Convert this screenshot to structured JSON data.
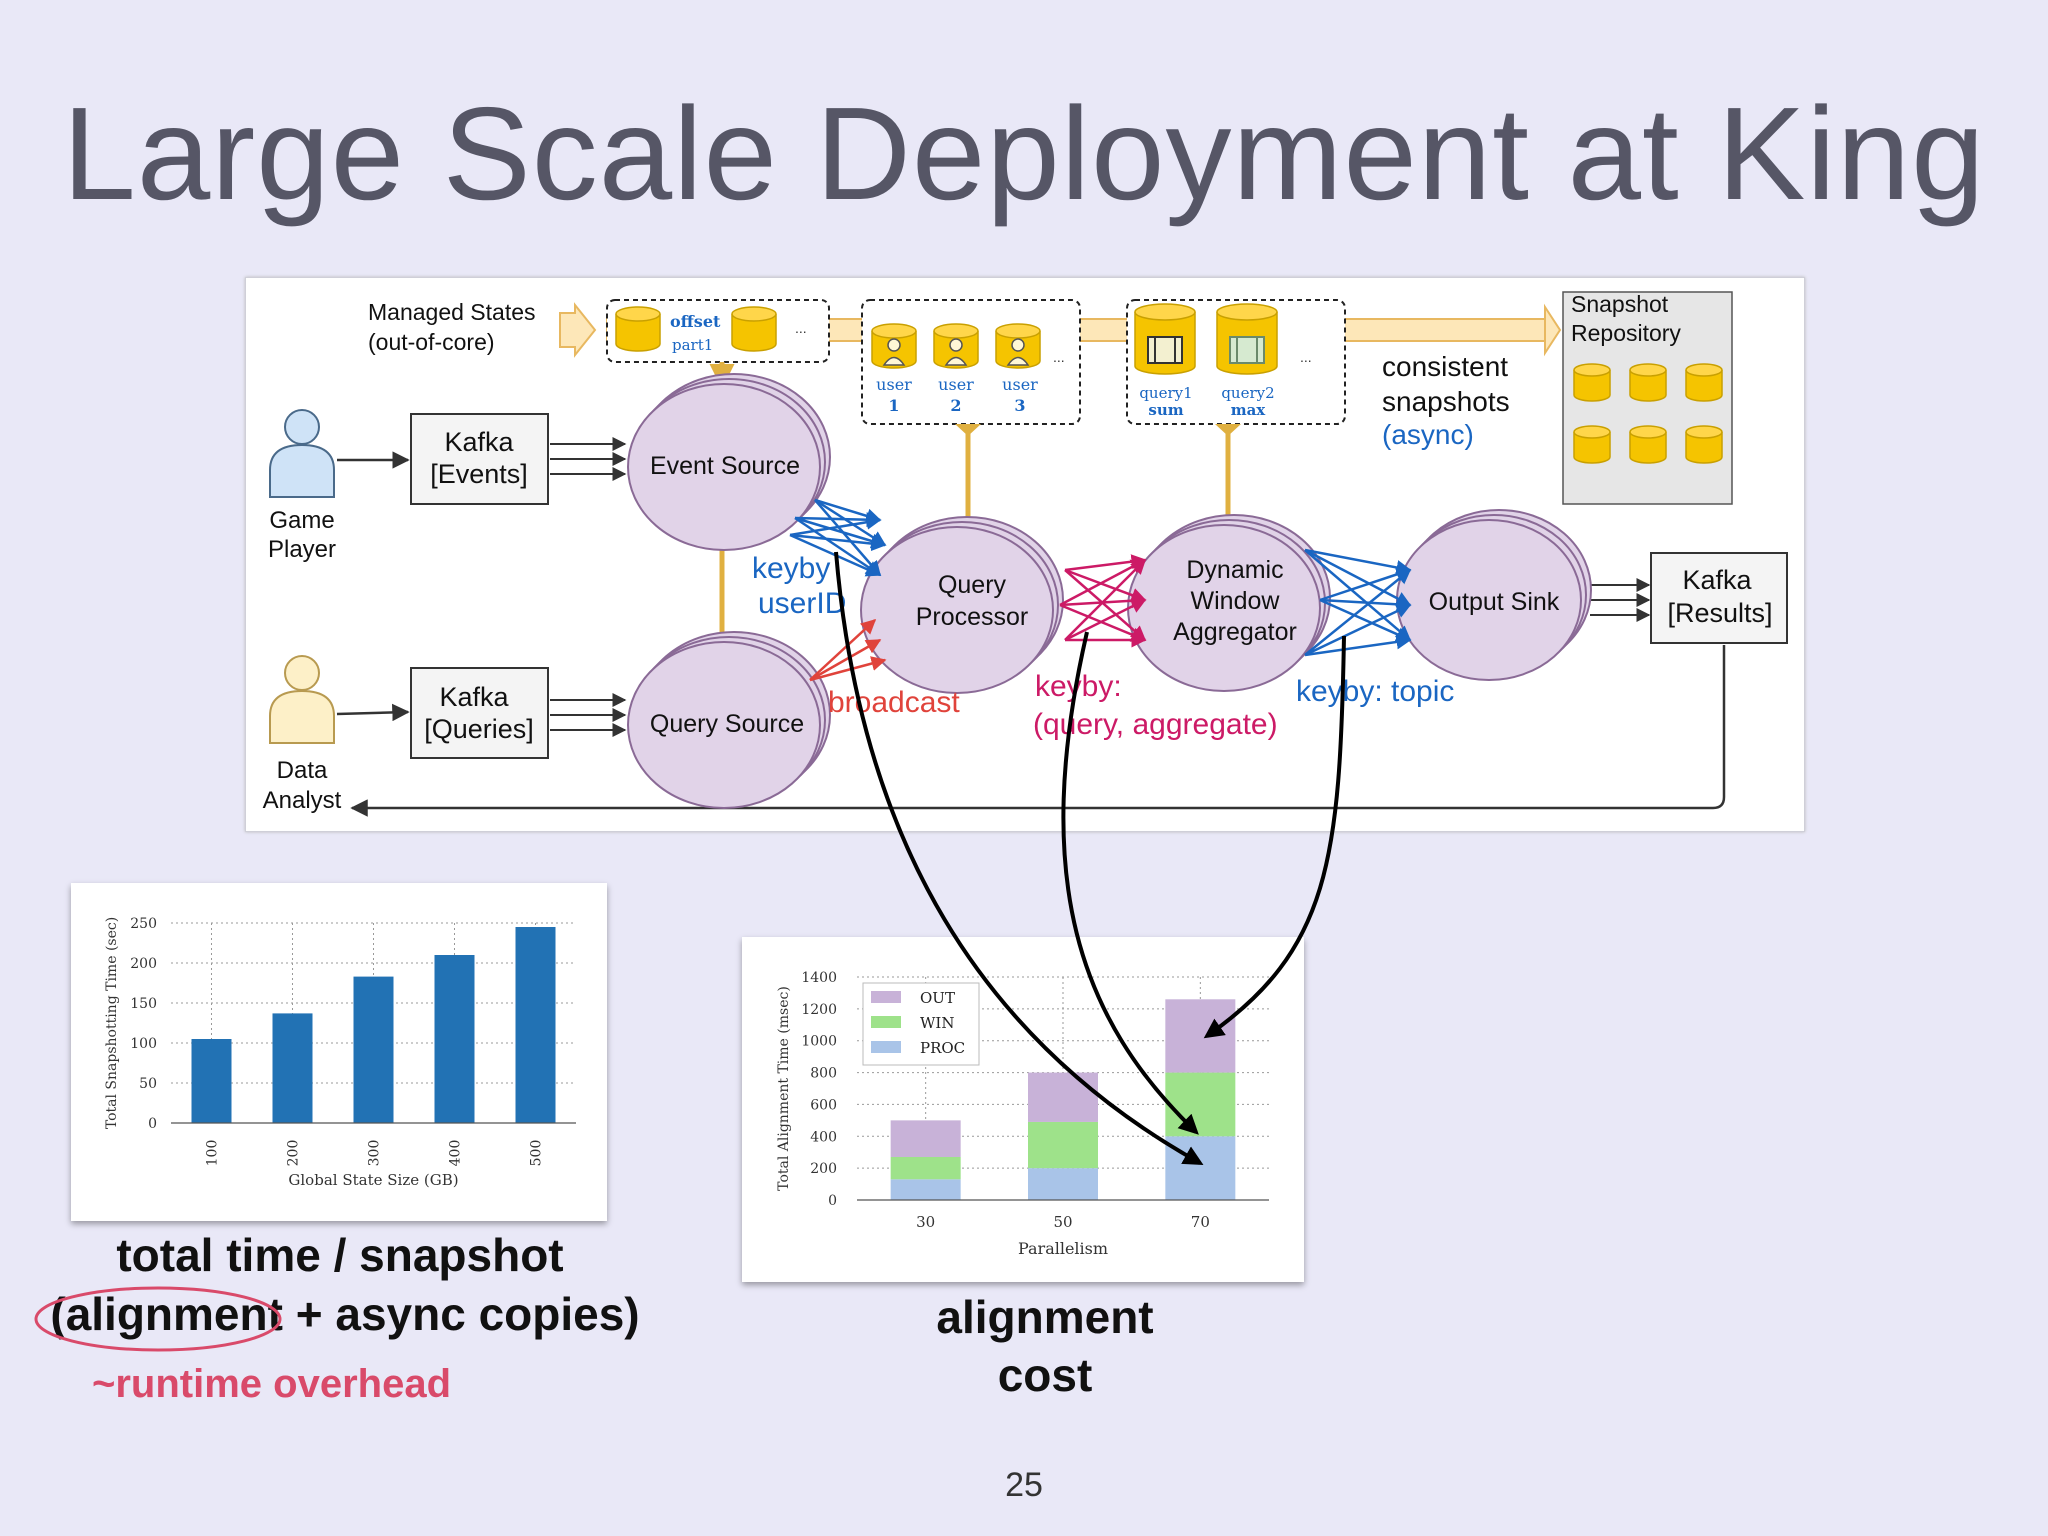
{
  "slide": {
    "title": "Large Scale Deployment at King",
    "page_number": "25"
  },
  "diagram": {
    "managed_states": [
      "Managed States",
      "(out-of-core)"
    ],
    "offset_part": [
      "offset",
      "part1"
    ],
    "ellipsis": "...",
    "users": [
      [
        "user",
        "1"
      ],
      [
        "user",
        "2"
      ],
      [
        "user",
        "3"
      ]
    ],
    "queries": [
      [
        "query1",
        "sum"
      ],
      [
        "query2",
        "max"
      ]
    ],
    "consistent": [
      "consistent",
      "snapshots",
      "(async)"
    ],
    "snapshot_repo": [
      "Snapshot",
      "Repository"
    ],
    "game_player": [
      "Game",
      "Player"
    ],
    "data_analyst": [
      "Data",
      "Analyst"
    ],
    "kafka_events": [
      "Kafka",
      "[Events]"
    ],
    "kafka_queries": [
      "Kafka",
      "[Queries]"
    ],
    "kafka_results": [
      "Kafka",
      "[Results]"
    ],
    "event_source": "Event Source",
    "query_source": "Query Source",
    "query_processor": [
      "Query",
      "Processor"
    ],
    "dwa": [
      "Dynamic",
      "Window",
      "Aggregator"
    ],
    "output_sink": "Output Sink",
    "keyby_user": [
      "keyby",
      "userID"
    ],
    "broadcast": "broadcast",
    "keyby_query": [
      "keyby:",
      "(query, aggregate)"
    ],
    "keyby_topic": "keyby: topic",
    "colors": {
      "blue": "#1a66c2",
      "red": "#e0433b",
      "magenta": "#cc1a66",
      "gold": "#e0b040",
      "ellipse": "#e1d3e8",
      "ellipse_stroke": "#8a6a96"
    }
  },
  "captions": {
    "left_line1": "total time / snapshot",
    "left_line2a": "(alignment",
    "left_line2b": " + async copies)",
    "left_note": "~runtime overhead",
    "right": [
      "alignment",
      "cost"
    ]
  },
  "chart_data": [
    {
      "type": "bar",
      "title": "",
      "xlabel": "Global State Size (GB)",
      "ylabel": "Total Snapshotting Time (sec)",
      "categories": [
        "100",
        "200",
        "300",
        "400",
        "500"
      ],
      "values": [
        105,
        137,
        183,
        210,
        245
      ],
      "yticks": [
        "0",
        "50",
        "100",
        "150",
        "200",
        "250"
      ],
      "ylim": [
        0,
        250
      ],
      "grid": true,
      "color": "#2272b4"
    },
    {
      "type": "bar",
      "stacked": true,
      "title": "",
      "xlabel": "Parallelism",
      "ylabel": "Total Alignment Time (msec)",
      "categories": [
        "30",
        "50",
        "70"
      ],
      "yticks": [
        "0",
        "200",
        "400",
        "600",
        "800",
        "1000",
        "1200",
        "1400"
      ],
      "ylim": [
        0,
        1400
      ],
      "grid": true,
      "legend_position": "top-left",
      "series": [
        {
          "name": "PROC",
          "values": [
            130,
            200,
            400
          ],
          "color": "#a9c4e8"
        },
        {
          "name": "WIN",
          "values": [
            140,
            290,
            400
          ],
          "color": "#9ee28a"
        },
        {
          "name": "OUT",
          "values": [
            230,
            310,
            460
          ],
          "color": "#c8b2d8"
        }
      ]
    }
  ]
}
